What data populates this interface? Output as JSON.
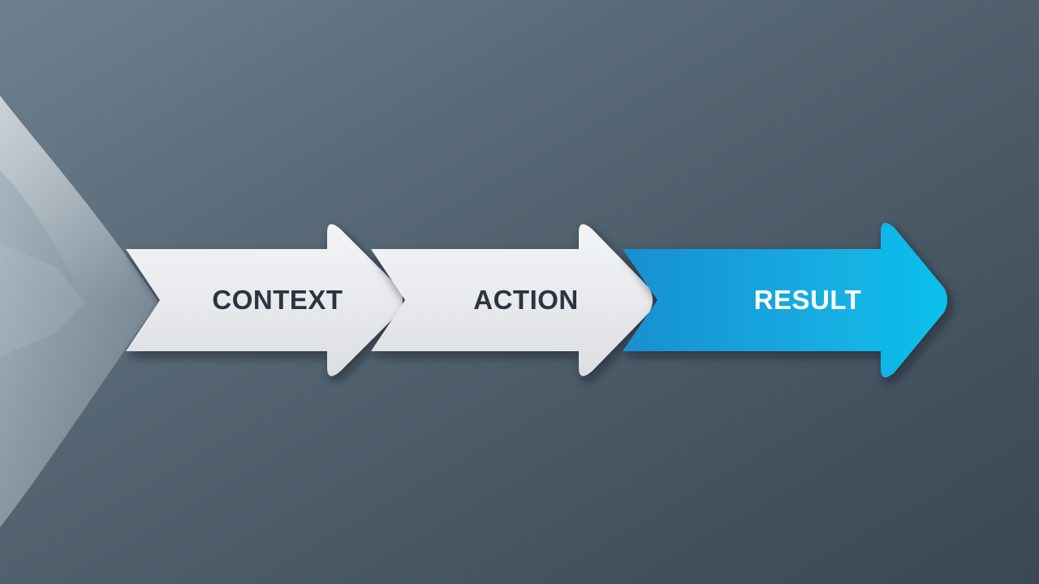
{
  "flow": {
    "steps": [
      {
        "label": "CONTEXT",
        "fill": "#e8eaed",
        "text_color": "#2b3440"
      },
      {
        "label": "ACTION",
        "fill": "#e8eaed",
        "text_color": "#2b3440"
      },
      {
        "label": "RESULT",
        "fill": "#1aa6e0",
        "text_color": "#ffffff"
      }
    ]
  },
  "colors": {
    "background_dark": "#3a4754",
    "background_light": "#6f818f",
    "accent": "#1aa6e0"
  }
}
